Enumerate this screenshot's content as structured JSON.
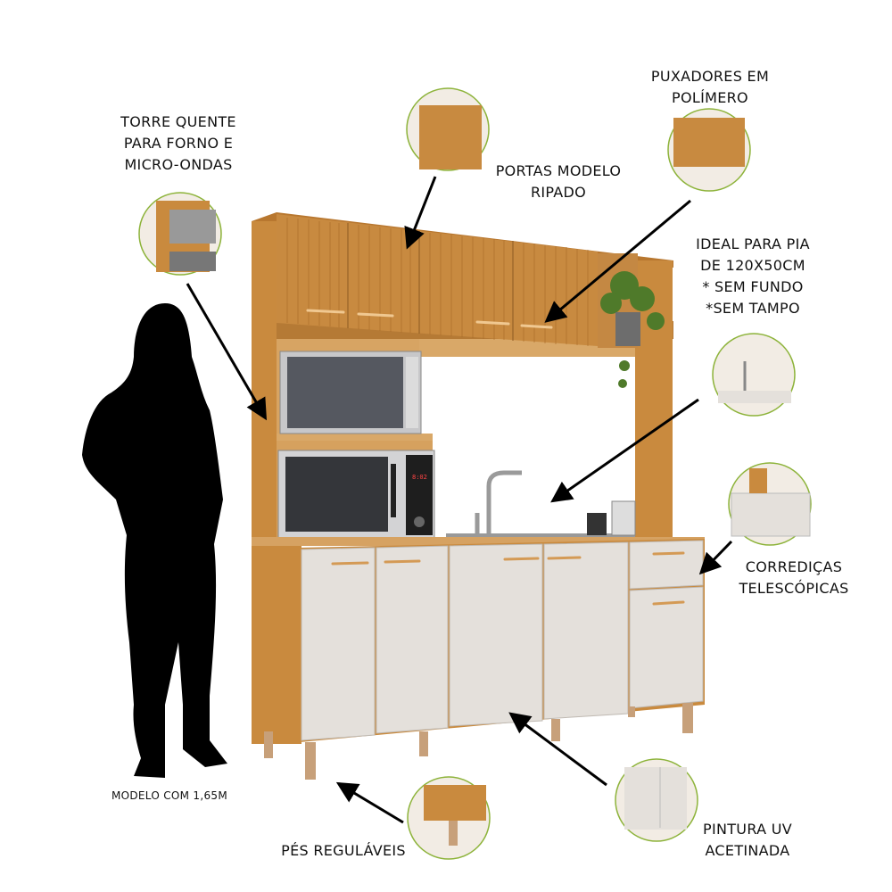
{
  "labels": {
    "torre": [
      "TORRE QUENTE",
      "PARA FORNO E",
      "MICRO-ONDAS"
    ],
    "portas": [
      "PORTAS MODELO",
      "RIPADO"
    ],
    "puxadores": [
      "PUXADORES EM",
      "POLÍMERO"
    ],
    "ideal": [
      "IDEAL PARA PIA",
      "DE 120X50CM",
      "* SEM FUNDO",
      "*SEM TAMPO"
    ],
    "corredicas": [
      "CORREDIÇAS",
      "TELESCÓPICAS"
    ],
    "pintura": [
      "PINTURA UV",
      "ACETINADA"
    ],
    "pes": "PÉS REGULÁVEIS",
    "modelo": "MODELO COM 1,65M"
  },
  "microwave_display": "8:02",
  "colors": {
    "wood": "#c98a3e",
    "wood_dark": "#a86a28",
    "door_white": "#e4e0db",
    "circle_border": "#8db33a",
    "text": "#111111"
  }
}
